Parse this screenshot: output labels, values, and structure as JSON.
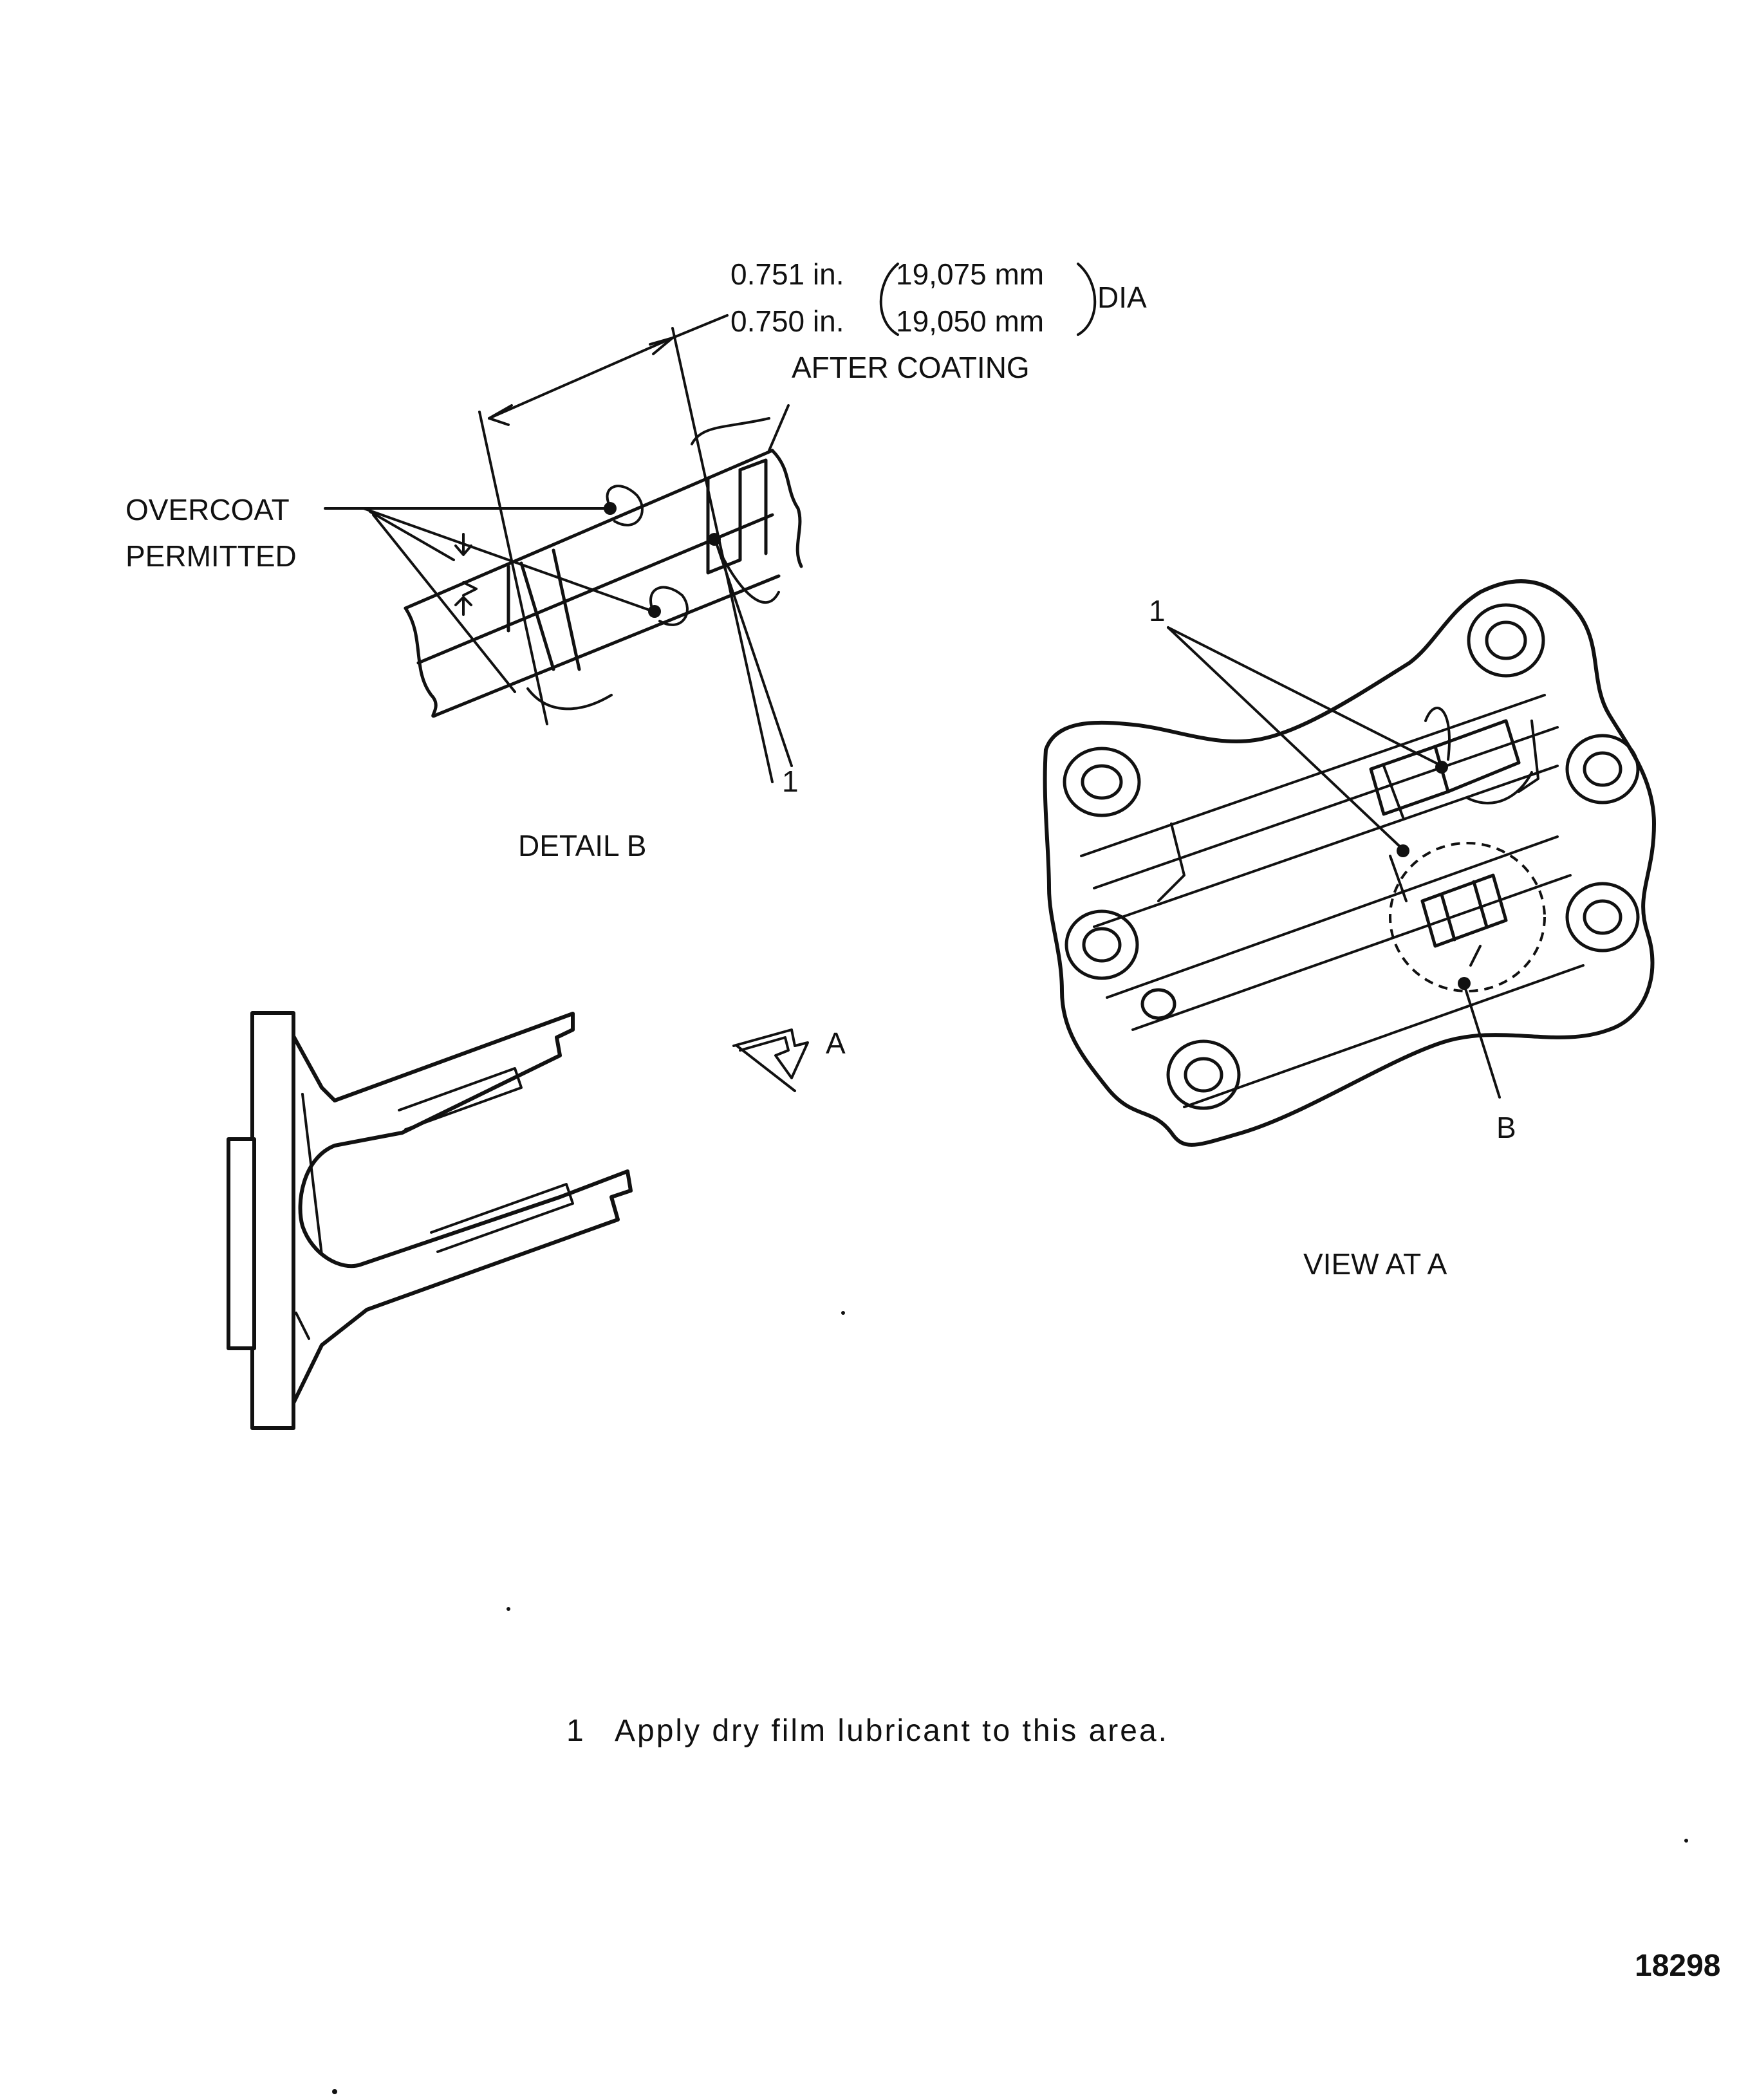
{
  "dimension": {
    "line1_in": "0.751 in.",
    "line1_mm": "19,075 mm",
    "line2_in": "0.750 in.",
    "line2_mm": "19,050 mm",
    "dia": "DIA",
    "after": "AFTER COATING"
  },
  "overcoat": {
    "line1": "OVERCOAT",
    "line2": "PERMITTED"
  },
  "callouts": {
    "detail_one": "1",
    "view_one": "1",
    "view_b": "B",
    "arrow_a": "A"
  },
  "captions": {
    "detail_b": "DETAIL B",
    "view_at_a": "VIEW AT A"
  },
  "note": {
    "number": "1",
    "text": "Apply dry film lubricant to this area."
  },
  "figure_number": "18298"
}
